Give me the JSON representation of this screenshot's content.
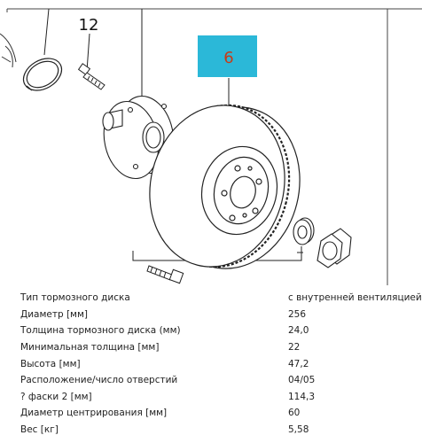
{
  "callouts": [
    {
      "id": "bolt",
      "number": "12"
    },
    {
      "id": "brake-disc",
      "number": "6",
      "highlight_color": "#2bb8d8",
      "number_color": "#c83a16"
    }
  ],
  "specs": [
    {
      "label": "Тип тормозного диска",
      "value": "с внутренней вентиляцией"
    },
    {
      "label": "Диаметр [мм]",
      "value": "256"
    },
    {
      "label": "Толщина тормозного диска (мм)",
      "value": "24,0"
    },
    {
      "label": "Минимальная толщина [мм]",
      "value": "22"
    },
    {
      "label": "Высота [мм]",
      "value": "47,2"
    },
    {
      "label": "Расположение/число отверстий",
      "value": "04/05"
    },
    {
      "label": "? фаски 2 [мм]",
      "value": "114,3"
    },
    {
      "label": "Диаметр центрирования [мм]",
      "value": "60"
    },
    {
      "label": "Вес [кг]",
      "value": "5,58"
    }
  ]
}
